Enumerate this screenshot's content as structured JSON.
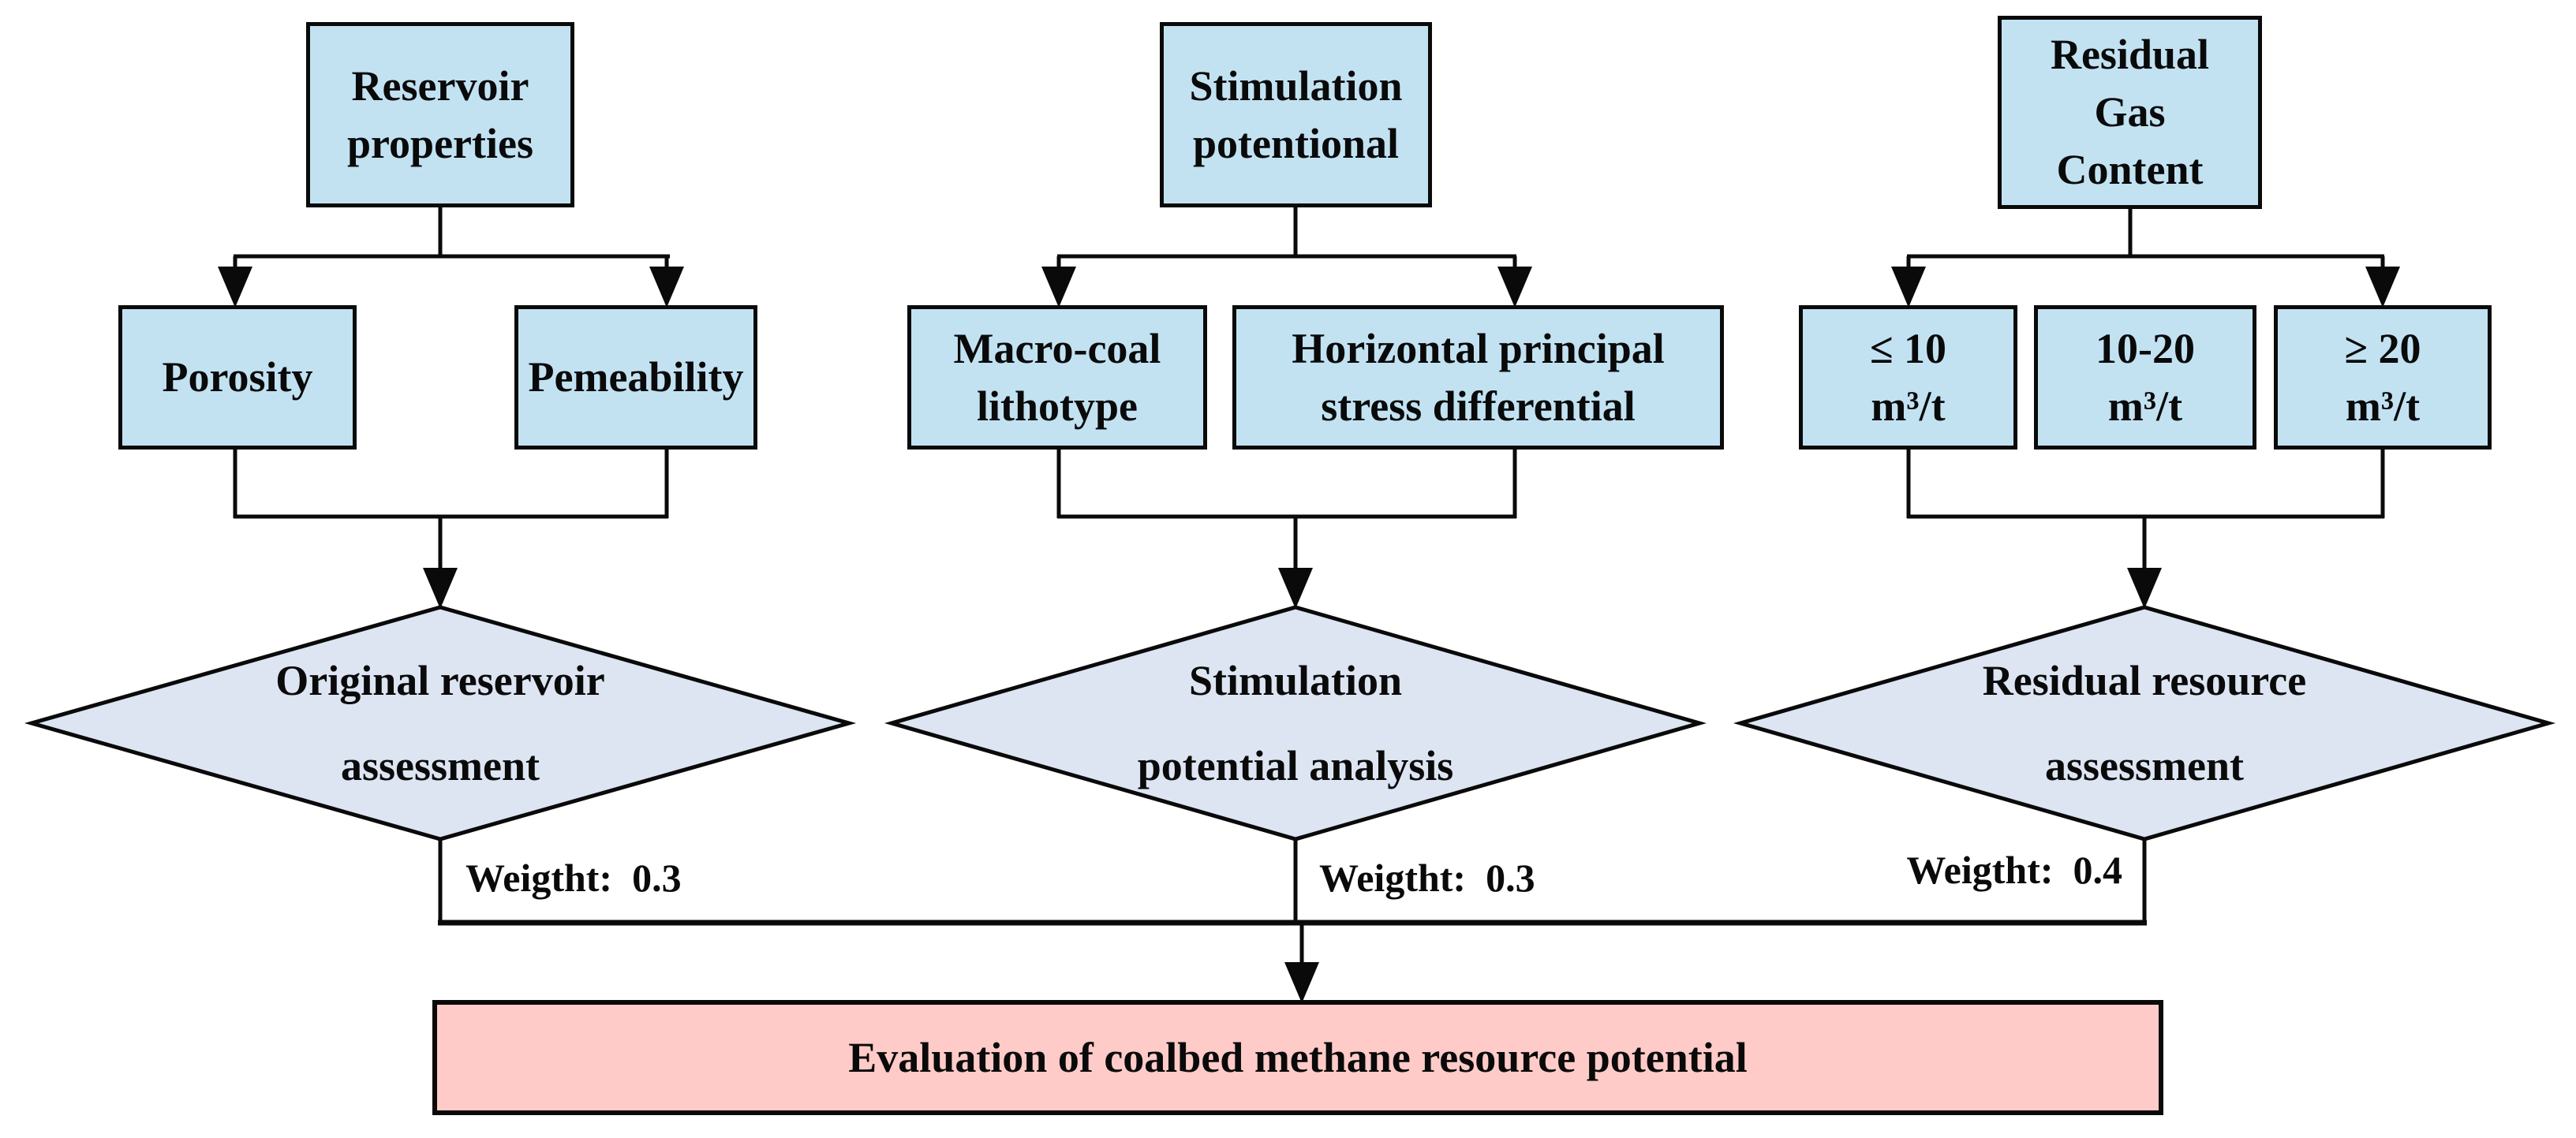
{
  "nodes": {
    "reservoir_properties": "Reservoir\nproperties",
    "stimulation_potentional": "Stimulation\npotentional",
    "residual_gas_content": "Residual\nGas\nContent",
    "porosity": "Porosity",
    "pemeability": "Pemeability",
    "macro_coal_lithotype": "Macro-coal\nlithotype",
    "horizontal_principal_stress": "Horizontal principal\nstress differential",
    "gas_le_10": "≤ 10\nm³/t",
    "gas_10_20": "10-20\nm³/t",
    "gas_ge_20": "≥ 20\nm³/t"
  },
  "decisions": {
    "original_reservoir_assessment": "Original reservoir\nassessment",
    "stimulation_potential_analysis": "Stimulation\npotential analysis",
    "residual_resource_assessment": "Residual resource\nassessment"
  },
  "weights": {
    "original_reservoir": "Weigtht: 0.3",
    "stimulation_potential": "Weigtht: 0.3",
    "residual_resource": "Weigtht: 0.4"
  },
  "result": "Evaluation of coalbed methane resource potential",
  "colors": {
    "node_fill": "#c2e2f2",
    "decision_fill": "#dce5f1",
    "result_fill": "#fecbc8",
    "line": "#0a0a0a"
  }
}
